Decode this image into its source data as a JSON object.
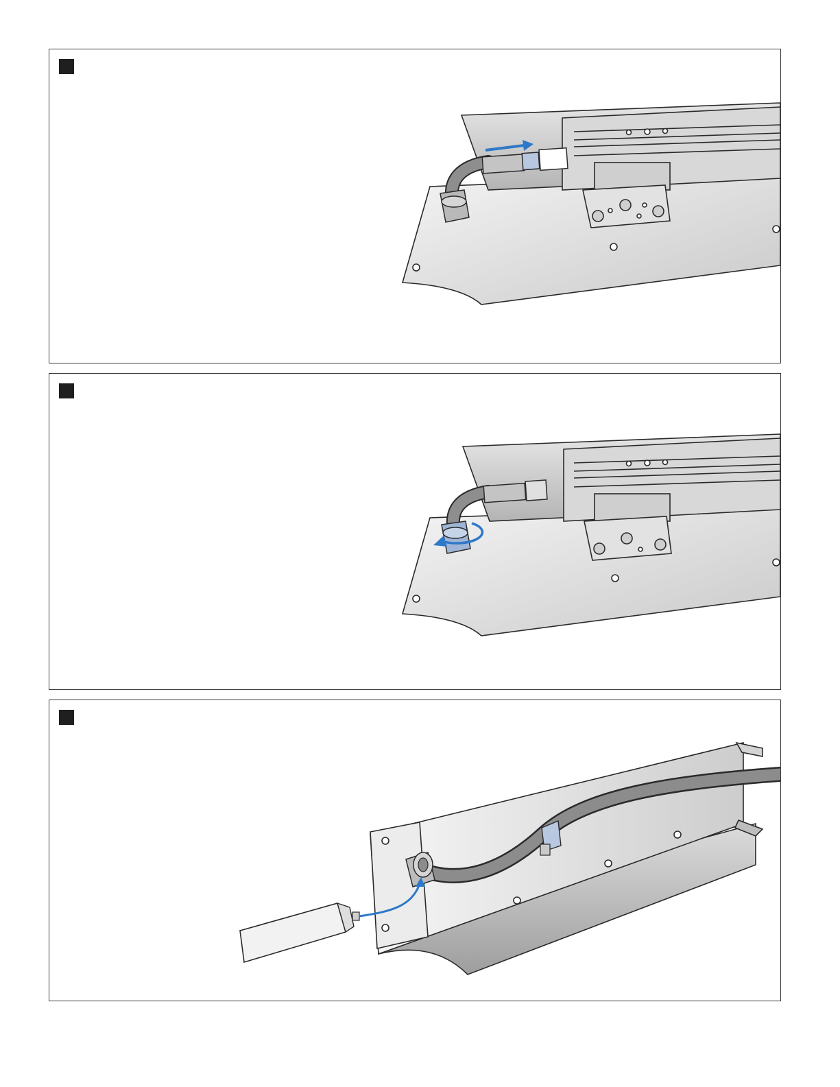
{
  "document": {
    "type": "installation-instructions-page",
    "panels": [
      {
        "step_marker": "",
        "illustration": "connector-push-in",
        "arrow_icon": "push-arrow-icon",
        "accent_color": "#2d78c8"
      },
      {
        "step_marker": "",
        "illustration": "gland-nut-tighten",
        "arrow_icon": "rotate-arrow-icon",
        "accent_color": "#2d78c8"
      },
      {
        "step_marker": "",
        "illustration": "apply-sealant",
        "arrow_icon": "sealant-arrow-icon",
        "accent_color": "#2d78c8"
      }
    ]
  }
}
